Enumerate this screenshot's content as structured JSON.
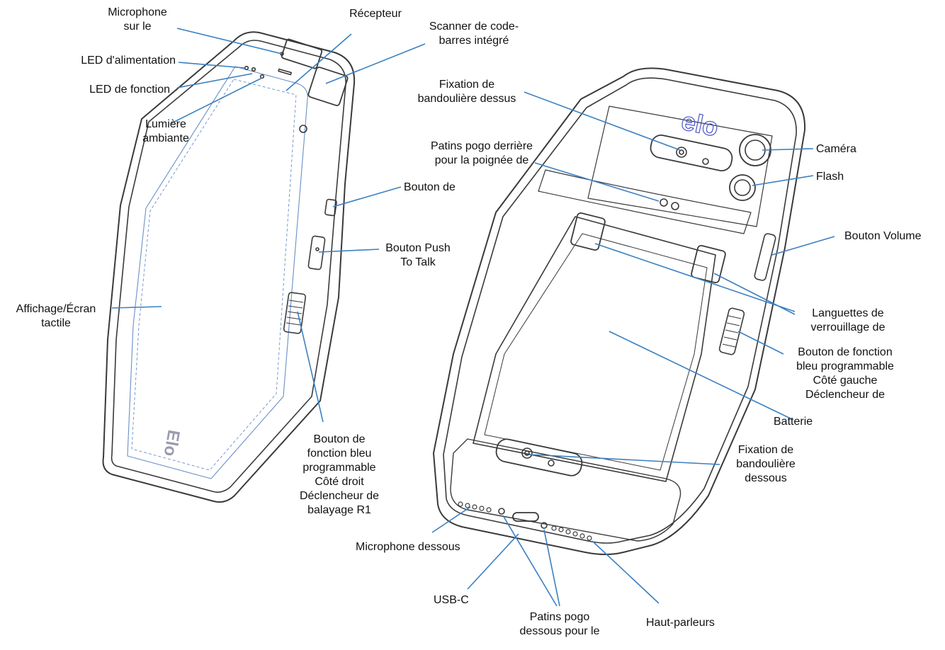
{
  "colors": {
    "leader": "#3a7fc1",
    "outline": "#3a3a3a",
    "logo": "#4a55c8"
  },
  "device": {
    "front_logo": "Elo",
    "back_logo": "elo"
  },
  "labels": {
    "microphone_top": "Microphone\nsur le",
    "receiver": "Récepteur",
    "scanner": "Scanner de code-\nbarres intégré",
    "power_led": "LED d'alimentation",
    "function_led": "LED de fonction",
    "ambient_light": "Lumière\nambiante",
    "strap_top": "Fixation de\nbandoulière dessus",
    "pogo_back": "Patins pogo derrière\npour la poignée de",
    "camera": "Caméra",
    "flash": "Flash",
    "button_de": "Bouton de",
    "push_to_talk": "Bouton Push\nTo Talk",
    "volume": "Bouton Volume",
    "display": "Affichage/Écran\ntactile",
    "lock_tabs": "Languettes de\nverrouillage de",
    "left_function": "Bouton de fonction\nbleu programmable\nCôté gauche\nDéclencheur de",
    "battery": "Batterie",
    "right_function": "Bouton de\nfonction bleu\nprogrammable\nCôté droit\nDéclencheur de\nbalayage R1",
    "strap_bottom": "Fixation de\nbandoulière\ndessous",
    "microphone_bottom": "Microphone dessous",
    "usbc": "USB-C",
    "pogo_bottom": "Patins pogo\ndessous pour le",
    "speakers": "Haut-parleurs"
  }
}
